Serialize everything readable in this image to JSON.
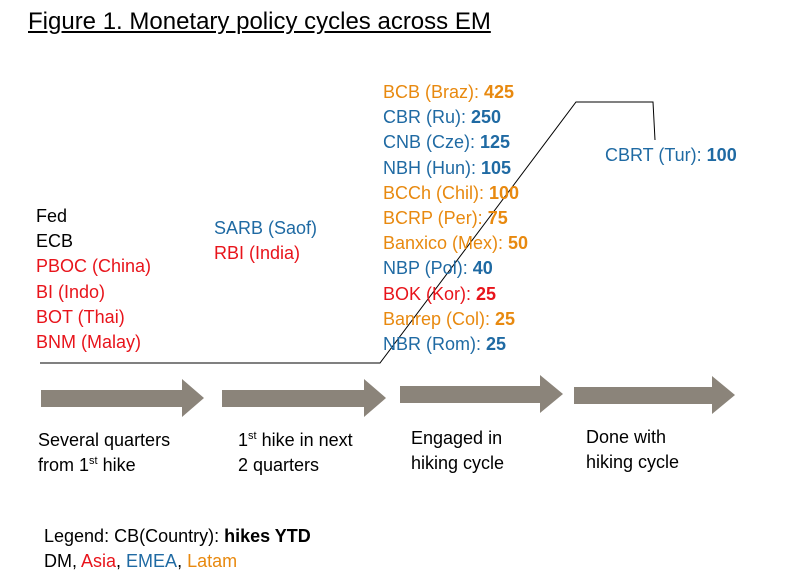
{
  "title": "Figure 1. Monetary policy cycles across EM",
  "colors": {
    "DM": "#000000",
    "Asia": "#e8141b",
    "EMEA": "#1f6aa3",
    "Latam": "#e8890f",
    "arrow": "#8b847a"
  },
  "group1": [
    {
      "label": "Fed",
      "region": "DM"
    },
    {
      "label": "ECB",
      "region": "DM"
    },
    {
      "label": "PBOC (China)",
      "region": "Asia"
    },
    {
      "label": "BI (Indo)",
      "region": "Asia"
    },
    {
      "label": "BOT (Thai)",
      "region": "Asia"
    },
    {
      "label": "BNM (Malay)",
      "region": "Asia"
    }
  ],
  "group2": [
    {
      "label": "SARB (Saof)",
      "region": "EMEA"
    },
    {
      "label": "RBI (India)",
      "region": "Asia"
    }
  ],
  "group3": [
    {
      "label": "BCB (Braz): ",
      "value": "425",
      "region": "Latam"
    },
    {
      "label": "CBR (Ru): ",
      "value": "250",
      "region": "EMEA"
    },
    {
      "label": "CNB (Cze): ",
      "value": "125",
      "region": "EMEA"
    },
    {
      "label": "NBH (Hun): ",
      "value": "105",
      "region": "EMEA"
    },
    {
      "label": "BCCh (Chil): ",
      "value": "100",
      "region": "Latam"
    },
    {
      "label": "BCRP (Per): ",
      "value": "75",
      "region": "Latam"
    },
    {
      "label": "Banxico (Mex): ",
      "value": "50",
      "region": "Latam"
    },
    {
      "label": "NBP (Pol): ",
      "value": "40",
      "region": "EMEA"
    },
    {
      "label": "BOK (Kor): ",
      "value": "25",
      "region": "Asia"
    },
    {
      "label": "Banrep (Col): ",
      "value": "25",
      "region": "Latam"
    },
    {
      "label": "NBR (Rom): ",
      "value": "25",
      "region": "EMEA"
    }
  ],
  "group4": [
    {
      "label": "CBRT (Tur): ",
      "value": "100",
      "region": "EMEA"
    }
  ],
  "stages": {
    "s1_line1": "Several quarters",
    "s1_line2_pre": "from 1",
    "s1_line2_sup": "st",
    "s1_line2_post": " hike",
    "s2_line1_pre": "1",
    "s2_line1_sup": "st",
    "s2_line1_post": " hike in next",
    "s2_line2": "2 quarters",
    "s3_line1": "Engaged in",
    "s3_line2": "hiking cycle",
    "s4_line1": "Done with",
    "s4_line2": "hiking cycle"
  },
  "legend": {
    "line1_pre": "Legend: CB(Country): ",
    "line1_bold": "hikes YTD",
    "dm": "DM",
    "asia": "Asia",
    "emea": "EMEA",
    "latam": "Latam",
    "sep": ", "
  }
}
